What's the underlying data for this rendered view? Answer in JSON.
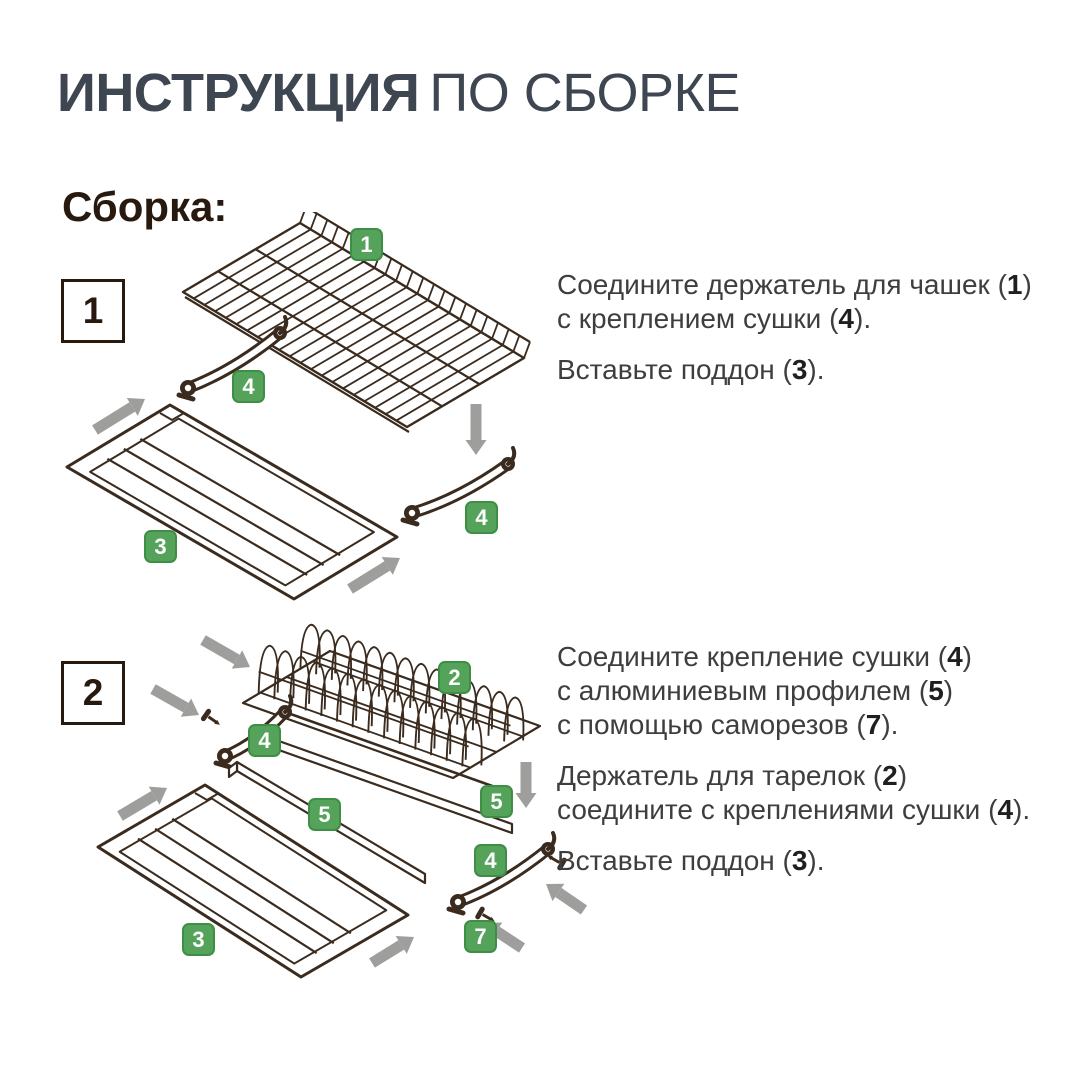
{
  "header": {
    "title_bold": "ИНСТРУКЦИЯ",
    "title_light": "ПО СБОРКЕ"
  },
  "assembly": {
    "heading": "Сборка:"
  },
  "colors": {
    "title": "#3d4651",
    "heading_brown": "#27190e",
    "badge_green": "#55a35a",
    "badge_border_green": "#3e8e45",
    "drawing_line_brown": "#3a2b1e",
    "arrow_gray": "#9e9e9c",
    "body_text": "#3e3e3e"
  },
  "steps": [
    {
      "number": "1",
      "badges": [
        "1",
        "4",
        "3",
        "4"
      ],
      "paragraphs": [
        [
          "Соедините держатель для чашек (1)",
          "с креплением сушки (4)."
        ],
        [
          "Вставьте поддон (3)."
        ]
      ]
    },
    {
      "number": "2",
      "badges": [
        "2",
        "4",
        "5",
        "5",
        "3",
        "4",
        "7"
      ],
      "paragraphs": [
        [
          "Соедините крепление сушки (4)",
          "с алюминиевым профилем (5)",
          "с помощью саморезов (7)."
        ],
        [
          "Держатель для тарелок (2)",
          "соедините с креплениями сушки (4)."
        ],
        [
          "Вставьте поддон (3)."
        ]
      ]
    }
  ]
}
